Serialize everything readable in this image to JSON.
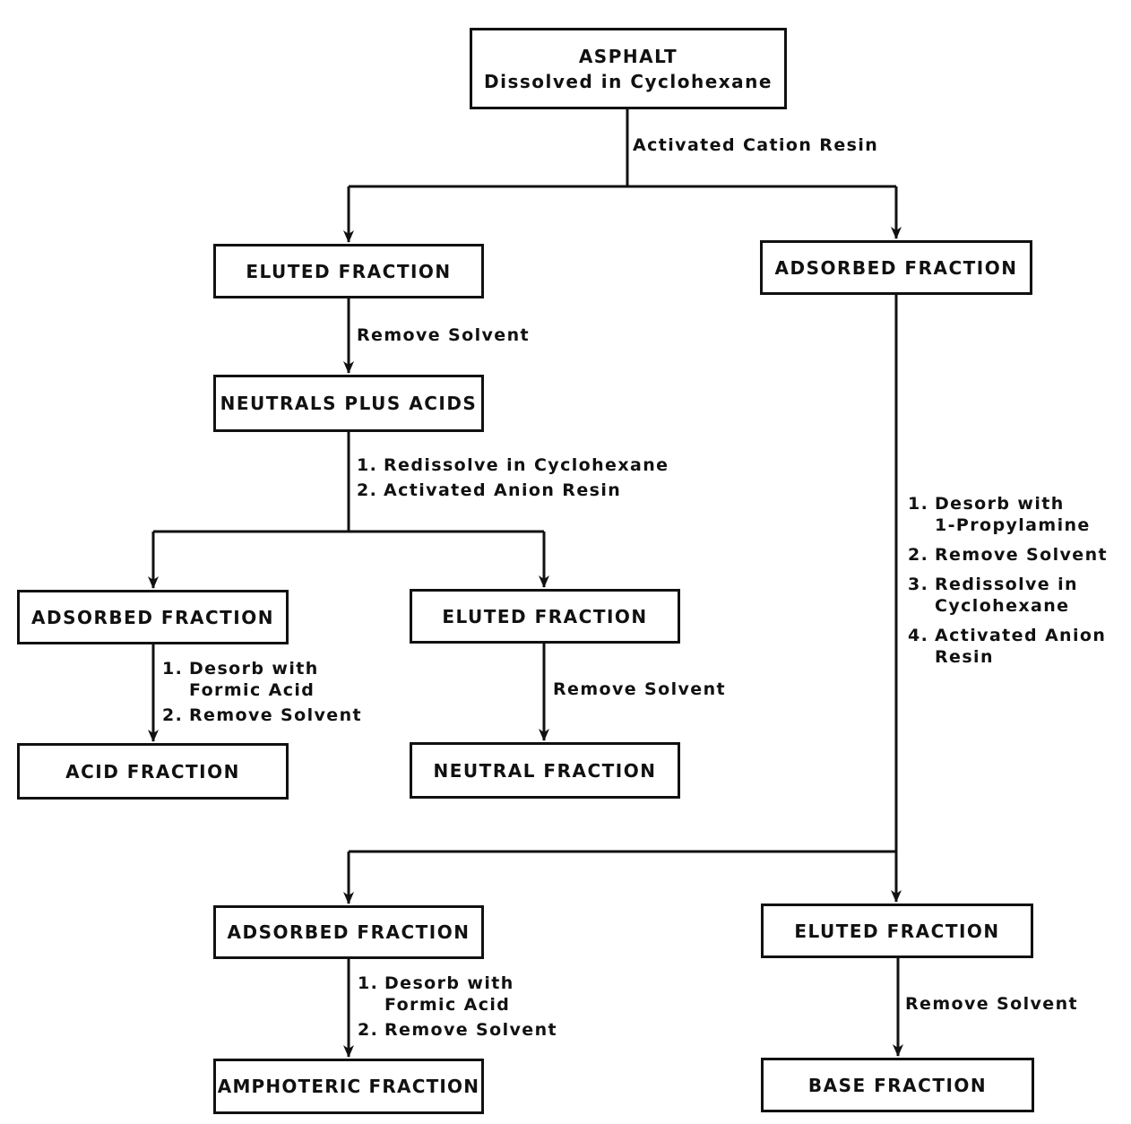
{
  "nodes": {
    "root_line1": "ASPHALT",
    "root_line2": "Dissolved in Cyclohexane",
    "eluted_1": "ELUTED FRACTION",
    "adsorbed_1": "ADSORBED FRACTION",
    "neutrals_plus_acids": "NEUTRALS PLUS ACIDS",
    "adsorbed_2": "ADSORBED FRACTION",
    "eluted_2": "ELUTED FRACTION",
    "acid_fraction": "ACID FRACTION",
    "neutral_fraction": "NEUTRAL FRACTION",
    "adsorbed_3": "ADSORBED FRACTION",
    "eluted_3": "ELUTED FRACTION",
    "amphoteric_fraction": "AMPHOTERIC FRACTION",
    "base_fraction": "BASE FRACTION"
  },
  "steps": {
    "cation_resin": "Activated Cation Resin",
    "remove_solvent_1": "Remove Solvent",
    "anion_step": [
      {
        "num": "1.",
        "text": "Redissolve in Cyclohexane"
      },
      {
        "num": "2.",
        "text": "Activated Anion Resin"
      }
    ],
    "desorb_acid": [
      {
        "num": "1.",
        "text": "Desorb with\nFormic Acid"
      },
      {
        "num": "2.",
        "text": "Remove Solvent"
      }
    ],
    "remove_solvent_2": "Remove Solvent",
    "base_step": [
      {
        "num": "1.",
        "text": "Desorb with\n1-Propylamine"
      },
      {
        "num": "2.",
        "text": "Remove Solvent"
      },
      {
        "num": "3.",
        "text": "Redissolve in\nCyclohexane"
      },
      {
        "num": "4.",
        "text": "Activated Anion\nResin"
      }
    ],
    "desorb_amphoteric": [
      {
        "num": "1.",
        "text": "Desorb with\nFormic Acid"
      },
      {
        "num": "2.",
        "text": "Remove Solvent"
      }
    ],
    "remove_solvent_3": "Remove Solvent"
  }
}
